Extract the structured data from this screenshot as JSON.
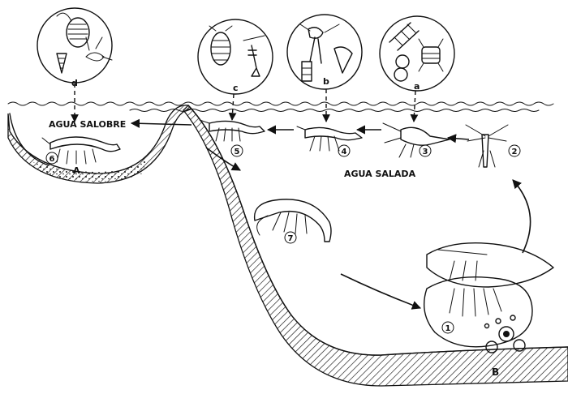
{
  "zones": {
    "brackish": "AGUA SALOBRE",
    "salt": "AGUA SALADA"
  },
  "sites": {
    "a": "A",
    "b": "B"
  },
  "food_letters": [
    "a",
    "b",
    "c",
    "d"
  ],
  "stages": [
    "1",
    "2",
    "3",
    "4",
    "5",
    "6",
    "7"
  ]
}
